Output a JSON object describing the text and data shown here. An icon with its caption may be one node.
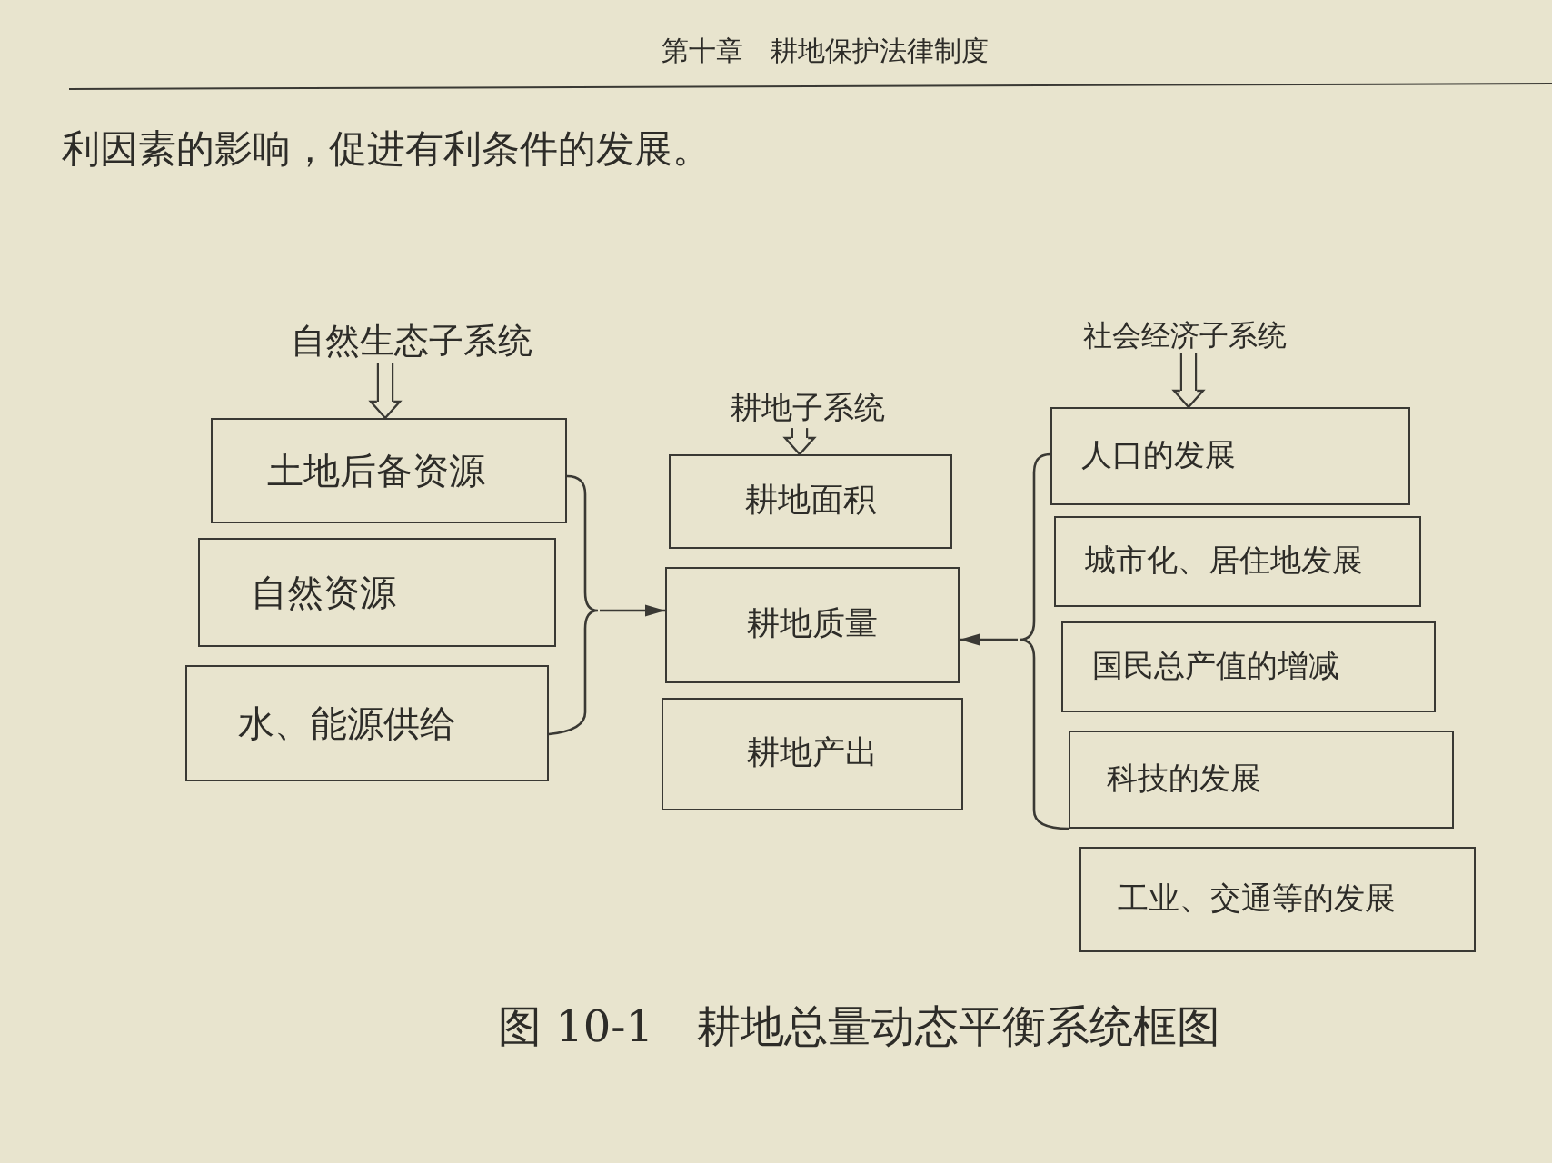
{
  "diagram": {
    "caption": "图 10-1　耕地总量动态平衡系统框图",
    "nodes": [
      {
        "text": [
          "自然生态子系统"
        ]
      },
      {
        "text": [
          "土地后备资源"
        ]
      },
      {
        "text": [
          "自然资源"
        ]
      },
      {
        "text": [
          "水、能源供给"
        ]
      },
      {
        "text": [],
        "shape": "brace"
      },
      {
        "text": [
          "耕地子系统"
        ]
      },
      {
        "text": [
          "耕地面积"
        ]
      },
      {
        "text": [
          "耕地质量"
        ]
      },
      {
        "text": [
          "耕地产出"
        ]
      },
      {
        "text": [],
        "shape": "brace"
      },
      {
        "text": [
          "社会经济子系统"
        ]
      },
      {
        "text": [
          "人口的发展"
        ]
      },
      {
        "text": [
          "城市化、居住地发展"
        ]
      },
      {
        "text": [
          "国民总产值的增减"
        ]
      },
      {
        "text": [
          "科技的发展"
        ]
      },
      {
        "text": [
          "工业、交通等的发展"
        ]
      }
    ],
    "edges": [
      {
        "from": 0,
        "to": 1,
        "arrow": "to"
      },
      {
        "from": 5,
        "to": 6,
        "arrow": "to"
      },
      {
        "from": 10,
        "to": 11,
        "arrow": "to"
      },
      {
        "from": 4,
        "to": 7,
        "arrow": "to"
      },
      {
        "from": 9,
        "to": 7,
        "arrow": "to"
      }
    ],
    "labels": [
      "第十章　耕地保护法律制度",
      "利因素的影响，促进有利条件的发展。"
    ]
  }
}
